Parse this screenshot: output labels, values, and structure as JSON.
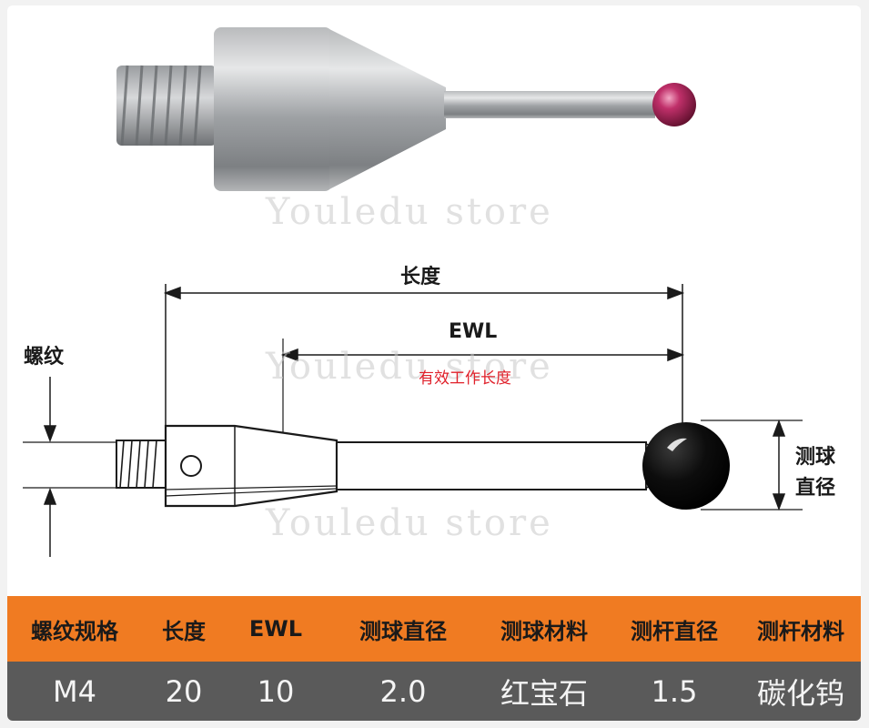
{
  "watermark": "Youledu store",
  "diagram": {
    "length_label": "长度",
    "ewl_label": "EWL",
    "ewl_sublabel": "有效工作长度",
    "thread_label": "螺纹",
    "ball_diameter_label_line1": "测球",
    "ball_diameter_label_line2": "直径"
  },
  "spec_table": {
    "headers": [
      "螺纹规格",
      "长度",
      "EWL",
      "测球直径",
      "测球材料",
      "测杆直径",
      "测杆材料"
    ],
    "values": [
      "M4",
      "20",
      "10",
      "2.0",
      "红宝石",
      "1.5",
      "碳化钨"
    ]
  },
  "colors": {
    "header_bg": "#f07b22",
    "row_bg": "#5a5a5a",
    "ruby": "#c0306a",
    "ewl_sub": "#e0202a"
  }
}
